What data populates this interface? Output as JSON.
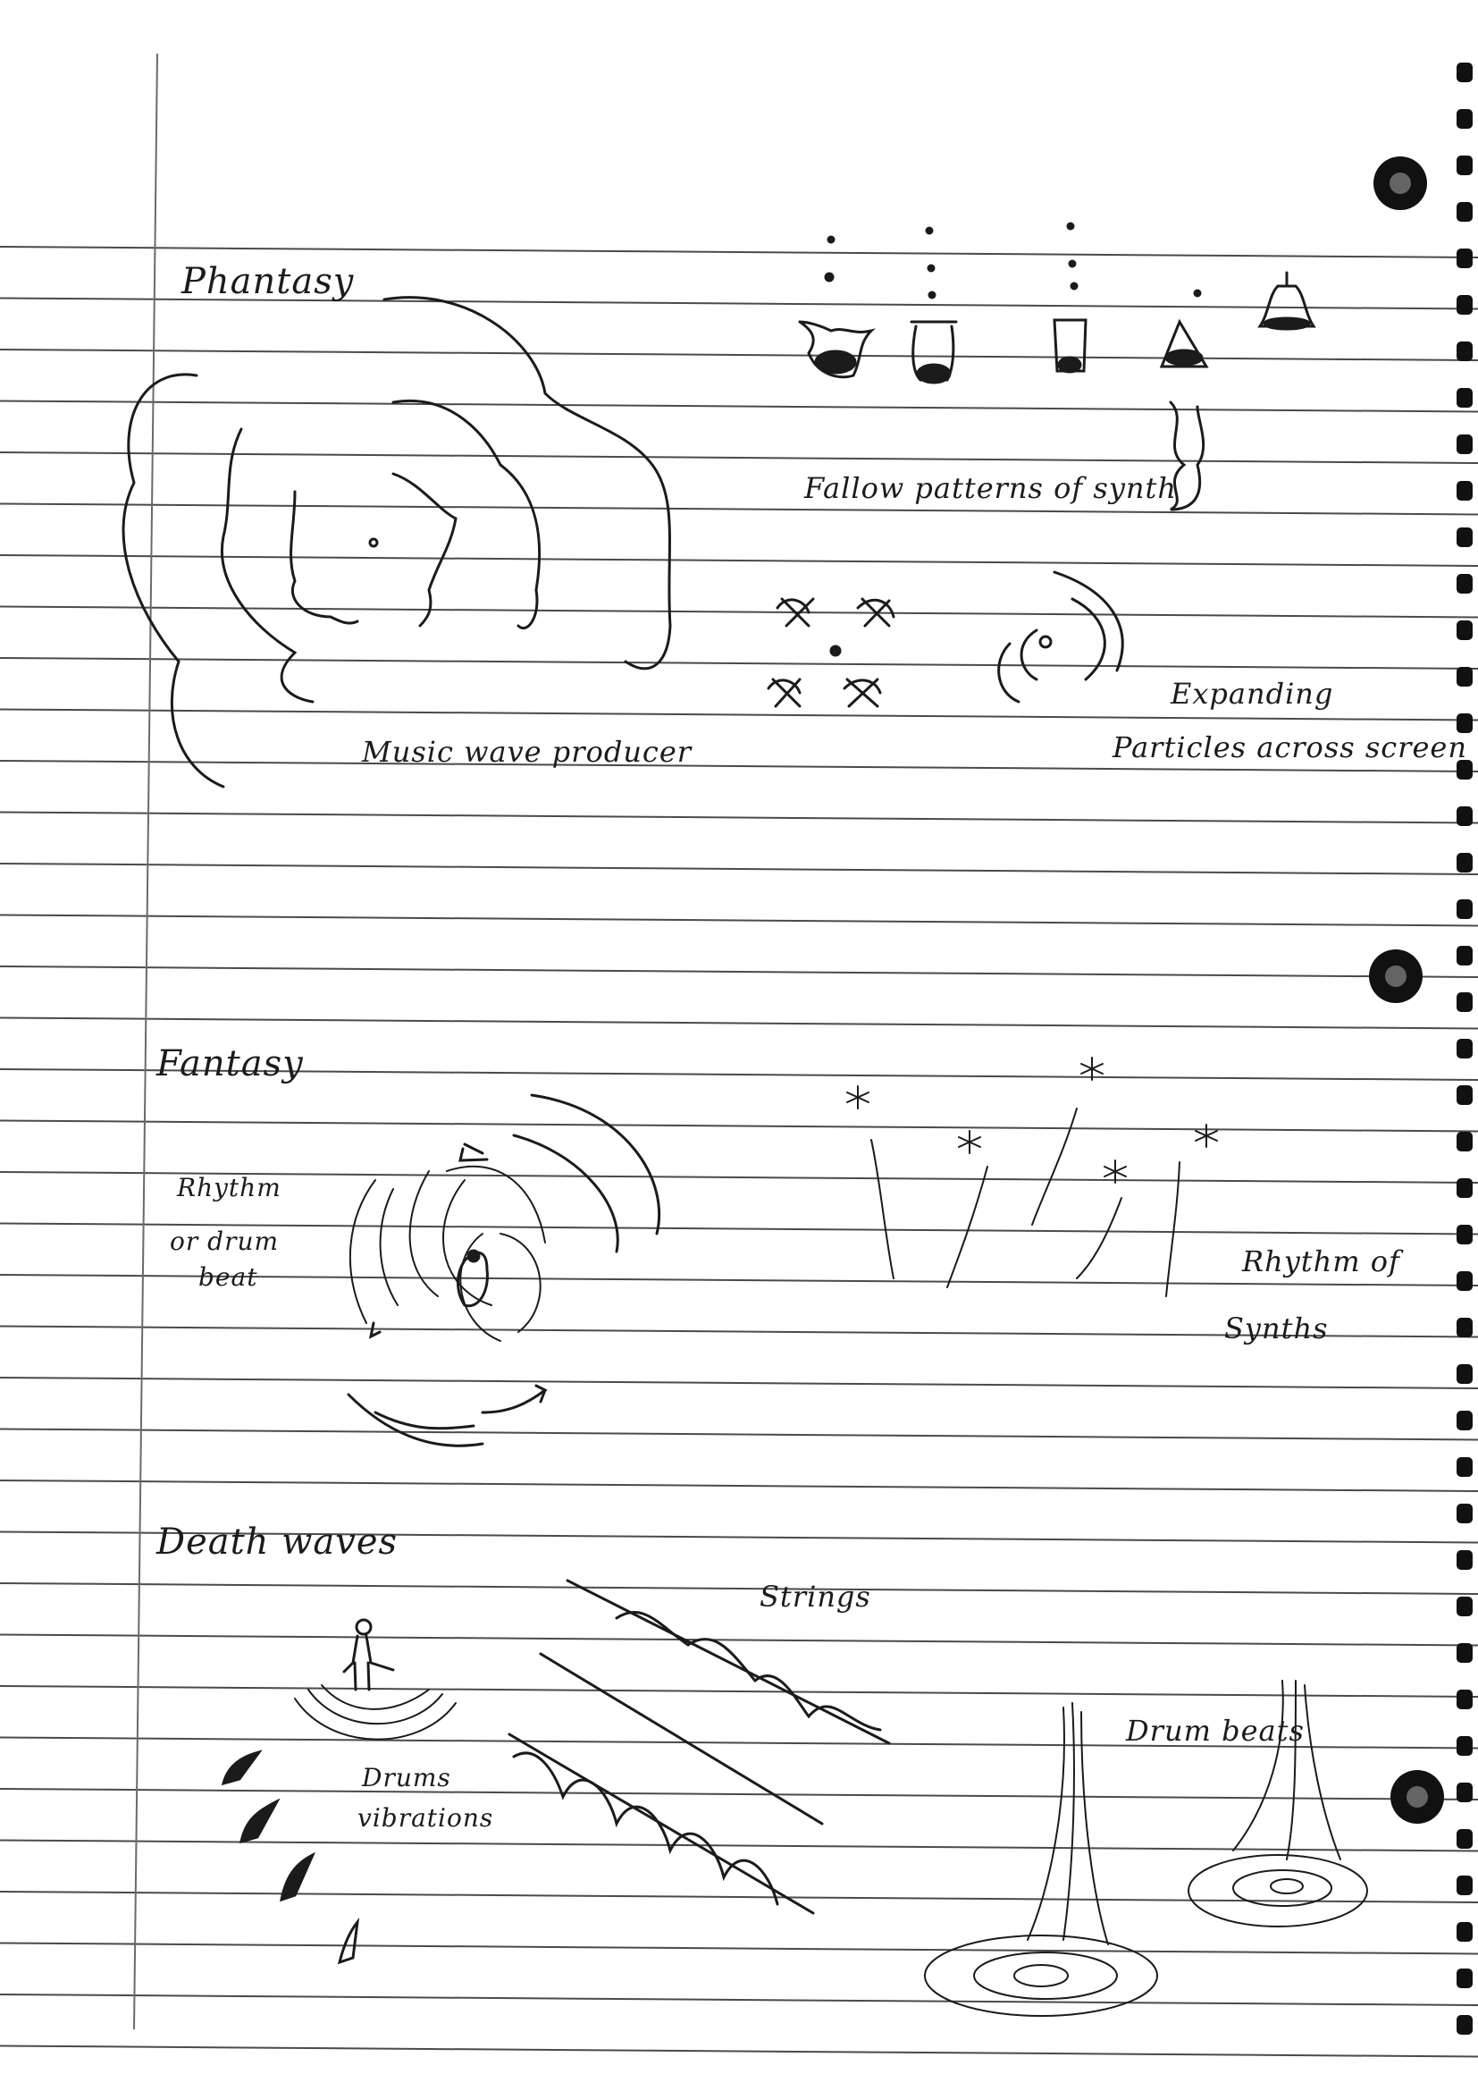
{
  "page": {
    "paper": "ruled notebook page",
    "ink_color": "#1b1b1b",
    "rule_color": "#4a4a4a",
    "margin_line_color": "#6a6a6a",
    "hole_color": "#111111"
  },
  "sections": [
    {
      "heading": "Phantasy",
      "captions": [
        "Music wave producer",
        "Fallow patterns of synth",
        "Expanding",
        "Particles across screen"
      ]
    },
    {
      "heading": "Fantasy",
      "captions": [
        "Rhythm",
        "or drum",
        "beat",
        "Rhythm of",
        "Synths"
      ]
    },
    {
      "heading": "Death waves",
      "captions": [
        "Strings",
        "Drums",
        "vibrations",
        "Drum beats"
      ]
    }
  ]
}
